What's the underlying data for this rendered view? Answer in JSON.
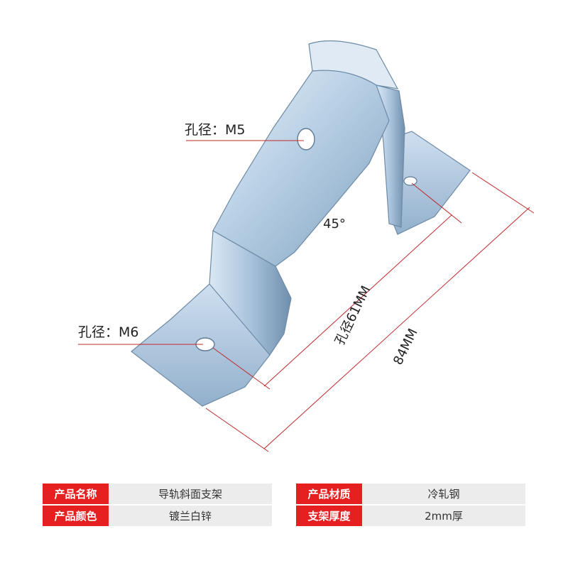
{
  "callouts": {
    "top_hole": "孔径：M5",
    "bottom_hole": "孔径：M6"
  },
  "angle": "45°",
  "dimensions": {
    "hole_distance": "孔径61MM",
    "overall_length": "84MM"
  },
  "specs": [
    {
      "label": "产品名称",
      "value": "导轨斜面支架"
    },
    {
      "label": "产品材质",
      "value": "冷轧钢"
    },
    {
      "label": "产品颜色",
      "value": "镀兰白锌"
    },
    {
      "label": "支架厚度",
      "value": "2mm厚"
    }
  ],
  "colors": {
    "accent": "#e62021",
    "metal": "#bcd3e6",
    "table_bg": "#ececec"
  }
}
